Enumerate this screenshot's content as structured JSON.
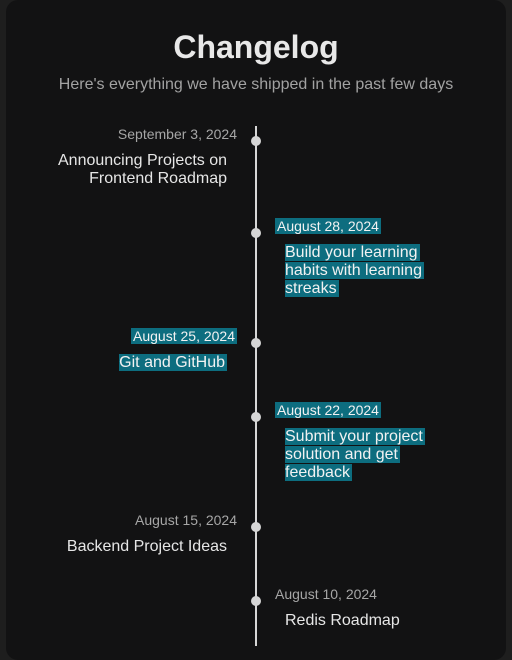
{
  "header": {
    "title": "Changelog",
    "subtitle": "Here's everything we have shipped in the past few days"
  },
  "entries": [
    {
      "date": "September 3, 2024",
      "title": "Announcing Projects on Frontend Roadmap",
      "side": "left",
      "highlighted": false
    },
    {
      "date": "August 28, 2024",
      "title": "Build your learning habits with learning streaks",
      "side": "right",
      "highlighted": true
    },
    {
      "date": "August 25, 2024",
      "title": "Git and GitHub",
      "side": "left",
      "highlighted": true
    },
    {
      "date": "August 22, 2024",
      "title": "Submit your project solution and get feedback",
      "side": "right",
      "highlighted": true
    },
    {
      "date": "August 15, 2024",
      "title": "Backend Project Ideas",
      "side": "left",
      "highlighted": false
    },
    {
      "date": "August 10, 2024",
      "title": "Redis Roadmap",
      "side": "right",
      "highlighted": false
    }
  ],
  "colors": {
    "background": "#121213",
    "highlight": "#0d6d7f",
    "timeline": "#d6d6d6"
  }
}
